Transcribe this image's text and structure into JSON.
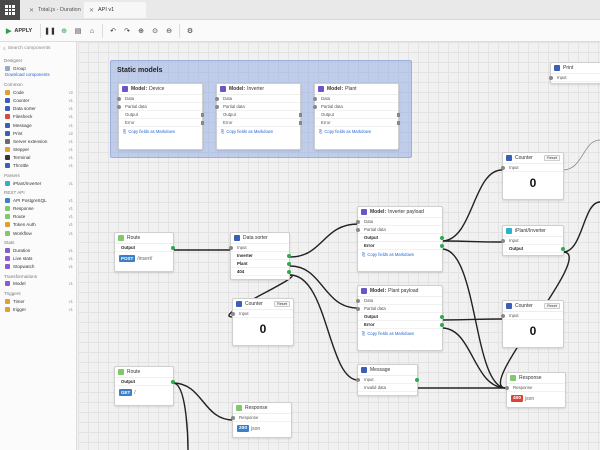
{
  "tabs": [
    {
      "label": "Total.js - Duration",
      "active": false
    },
    {
      "label": "API v1",
      "active": true
    }
  ],
  "toolbar": {
    "apply_label": "APPLY"
  },
  "sidebar": {
    "search_placeholder": "Search components",
    "designer_header": "Designer",
    "designer_items": [
      {
        "label": "Group",
        "version": ""
      }
    ],
    "download_link": "Download components",
    "common_header": "Common",
    "common_items": [
      {
        "label": "Code",
        "version": "v2"
      },
      {
        "label": "Counter",
        "version": "v1"
      },
      {
        "label": "Data sorter",
        "version": "v1"
      },
      {
        "label": "Filesheck",
        "version": "v1"
      },
      {
        "label": "Message",
        "version": "v1"
      },
      {
        "label": "Print",
        "version": "v2"
      },
      {
        "label": "Server extension",
        "version": "v1"
      },
      {
        "label": "Stepper",
        "version": "v1"
      },
      {
        "label": "Terminal",
        "version": "v1"
      },
      {
        "label": "Throttle",
        "version": "v1"
      }
    ],
    "parsers_header": "Parsers",
    "parsers_items": [
      {
        "label": "iPlant/Inverter",
        "version": "v1"
      }
    ],
    "rest_header": "REST API",
    "rest_items": [
      {
        "label": "API PostgreSQL",
        "version": "v1"
      },
      {
        "label": "Response",
        "version": "v1"
      },
      {
        "label": "Route",
        "version": "v1"
      },
      {
        "label": "Token Auth",
        "version": "v1"
      },
      {
        "label": "Workflow",
        "version": "v1"
      }
    ],
    "stats_header": "Stats",
    "stats_items": [
      {
        "label": "Duration",
        "version": "v1"
      },
      {
        "label": "Live stats",
        "version": "v1"
      },
      {
        "label": "Stopwatch",
        "version": "v1"
      }
    ],
    "transform_header": "Transformations",
    "transform_items": [
      {
        "label": "Model",
        "version": "v1"
      }
    ],
    "triggers_header": "Triggers",
    "triggers_items": [
      {
        "label": "Timer",
        "version": "v1"
      },
      {
        "label": "trigger",
        "version": "v1"
      }
    ]
  },
  "group": {
    "title": "Static models"
  },
  "model_device": {
    "kind": "Model:",
    "name": "Device",
    "rows": [
      "Data",
      "Partial data",
      "Output",
      "Error"
    ],
    "copy": "Copy fields as Markdown"
  },
  "model_inverter": {
    "kind": "Model:",
    "name": "Inverter",
    "rows": [
      "Data",
      "Partial data",
      "Output",
      "Error"
    ],
    "copy": "Copy fields as Markdown"
  },
  "model_plant": {
    "kind": "Model:",
    "name": "Plant",
    "rows": [
      "Data",
      "Partial data",
      "Output",
      "Error"
    ],
    "copy": "Copy fields as Markdown"
  },
  "print_node": {
    "title": "Print",
    "input": "Input"
  },
  "counter_top": {
    "title": "Counter",
    "reset": "Reset",
    "input": "Input",
    "value": "0"
  },
  "route_1": {
    "title": "Route",
    "output": "Output",
    "method": "POST",
    "path": "/insert/"
  },
  "data_sorter": {
    "title": "Data sorter",
    "rows": [
      "Input",
      "Inverter",
      "Plant",
      "404"
    ]
  },
  "inverter_payload": {
    "kind": "Model:",
    "name": "Inverter payload",
    "rows": [
      "Data",
      "Partial data",
      "Output",
      "Error"
    ],
    "copy": "Copy fields as Markdown"
  },
  "iplant_node": {
    "title": "iPlant/Inverter",
    "rows": [
      "Input",
      "Output"
    ]
  },
  "counter_mid": {
    "title": "Counter",
    "reset": "Reset",
    "input": "Input",
    "value": "0"
  },
  "plant_payload": {
    "kind": "Model:",
    "name": "Plant payload",
    "rows": [
      "Data",
      "Partial data",
      "Output",
      "Error"
    ],
    "copy": "Copy fields as Markdown"
  },
  "counter_right": {
    "title": "Counter",
    "reset": "Reset",
    "input": "Input",
    "value": "0"
  },
  "route_2": {
    "title": "Route",
    "output": "Output",
    "method": "GET",
    "path": "/"
  },
  "message_node": {
    "title": "Message",
    "input": "Input",
    "text": "Invalid data"
  },
  "response_1": {
    "title": "Response",
    "input": "Response",
    "status": "200",
    "body": "json"
  },
  "response_2": {
    "title": "Response",
    "input": "Response",
    "status": "400",
    "body": "json"
  }
}
